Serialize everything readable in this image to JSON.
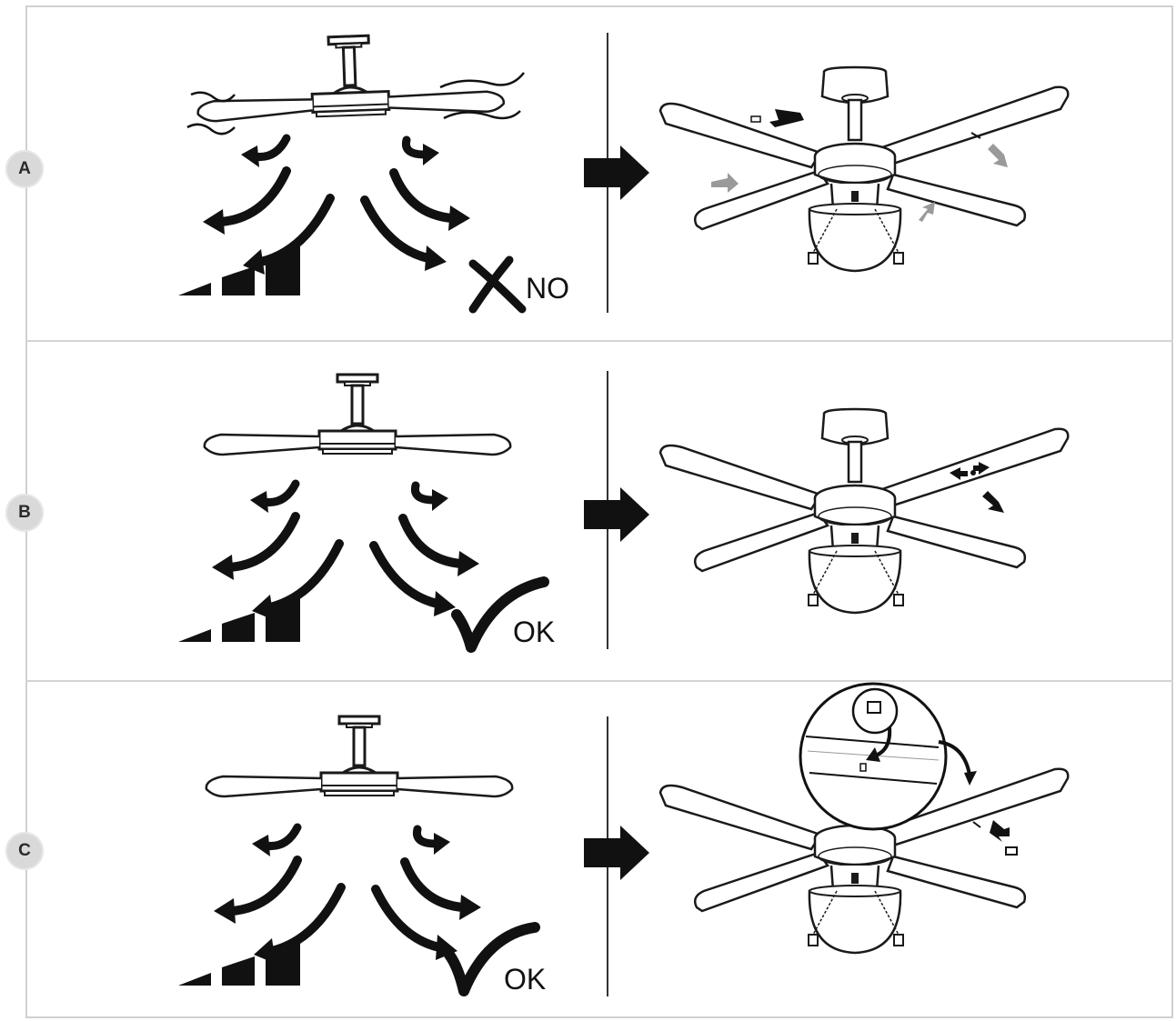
{
  "rows": [
    {
      "id": "A",
      "label": "A",
      "verdict": "NO",
      "verdict_kind": "cross"
    },
    {
      "id": "B",
      "label": "B",
      "verdict": "OK",
      "verdict_kind": "check"
    },
    {
      "id": "C",
      "label": "C",
      "verdict": "OK",
      "verdict_kind": "check"
    }
  ],
  "colors": {
    "ink": "#111111",
    "outline": "#1a1a1a",
    "grey_arrow": "#9a9a9a",
    "frame": "#d0d0d0",
    "badge": "#d9d9d9"
  },
  "icons": [
    "fan-side-view",
    "airflow-arrows",
    "speed-bars-icon",
    "cross-mark-icon",
    "check-mark-icon",
    "next-step-arrow-icon",
    "ceiling-fan-perspective",
    "zoom-callout"
  ]
}
